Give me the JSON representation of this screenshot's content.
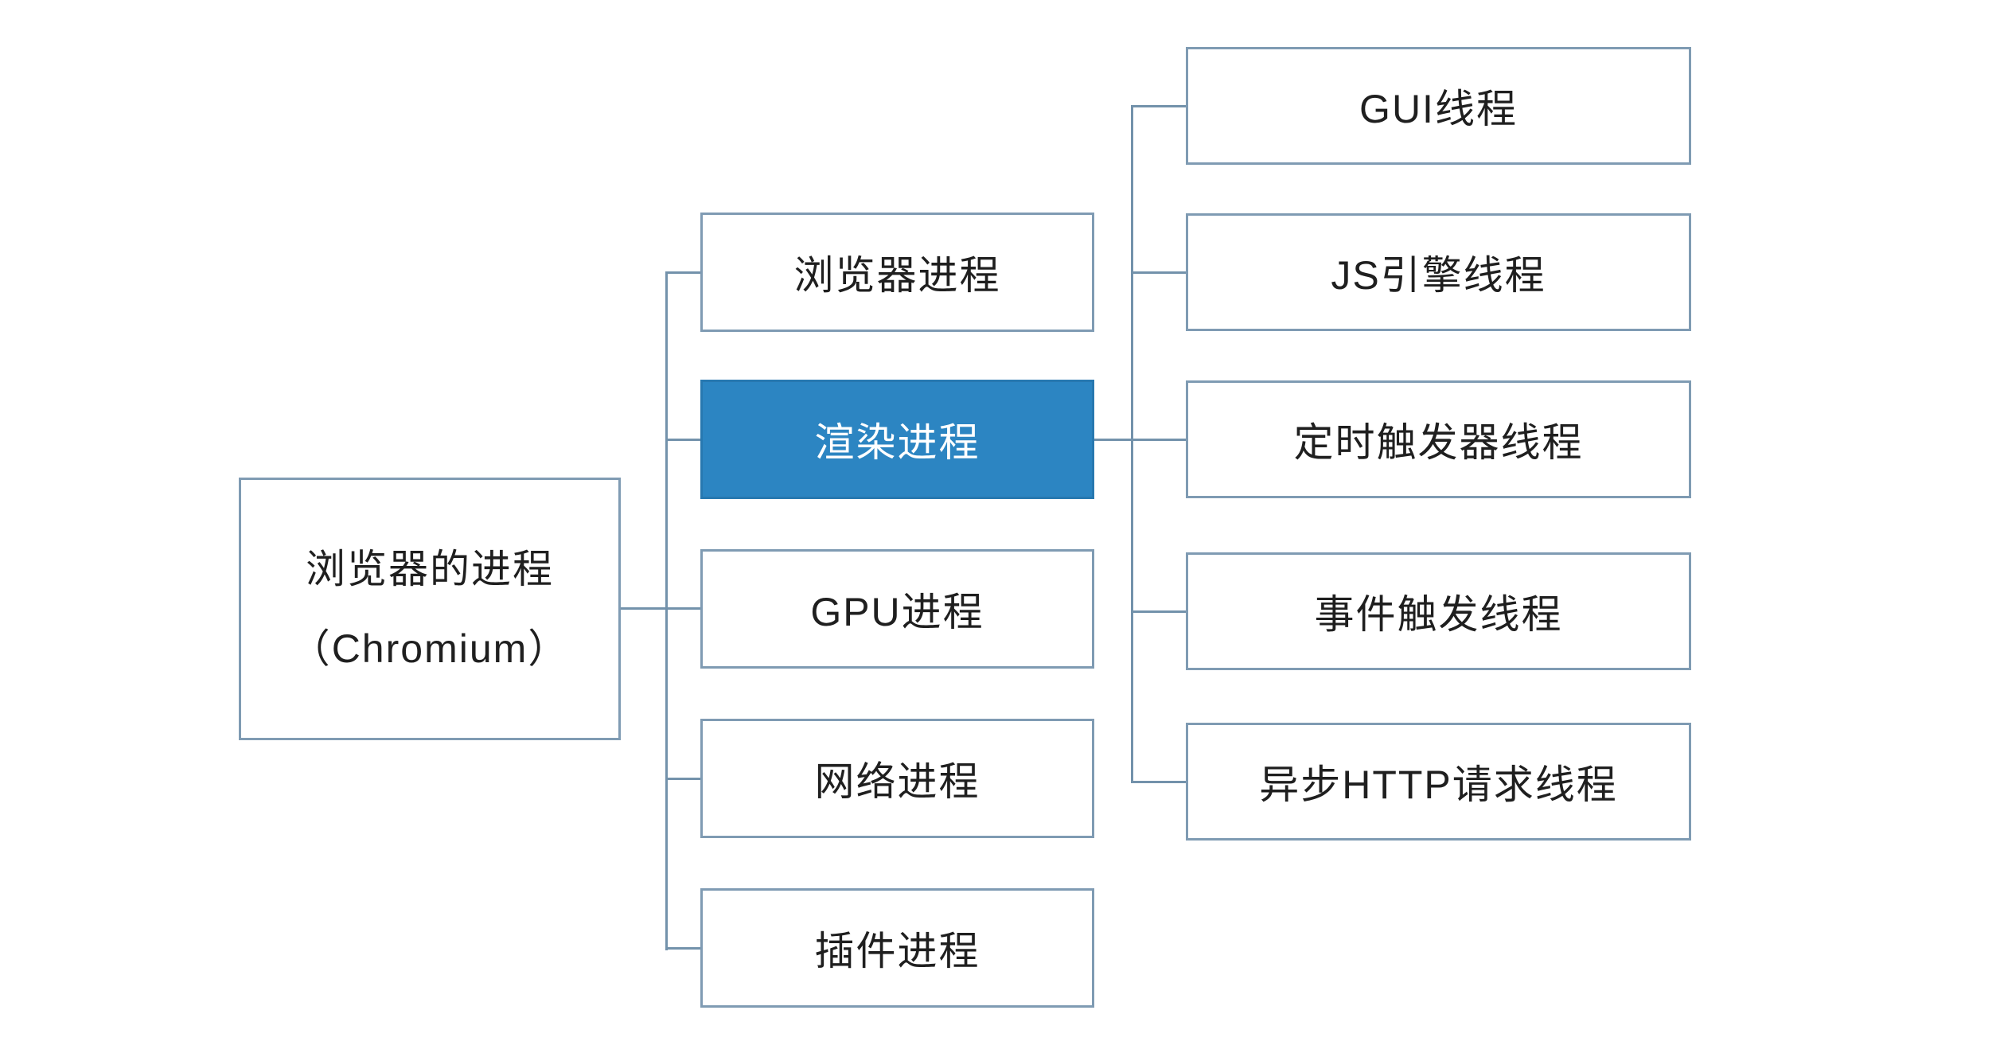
{
  "diagram": {
    "title": "Chromium browser process / thread architecture",
    "root": {
      "label_line1": "浏览器的进程",
      "label_line2": "（Chromium）"
    },
    "processes": [
      {
        "label": "浏览器进程",
        "highlighted": false
      },
      {
        "label": "渲染进程",
        "highlighted": true
      },
      {
        "label": "GPU进程",
        "highlighted": false
      },
      {
        "label": "网络进程",
        "highlighted": false
      },
      {
        "label": "插件进程",
        "highlighted": false
      }
    ],
    "threads": [
      {
        "label": "GUI线程"
      },
      {
        "label": "JS引擎线程"
      },
      {
        "label": "定时触发器线程"
      },
      {
        "label": "事件触发线程"
      },
      {
        "label": "异步HTTP请求线程"
      }
    ],
    "colors": {
      "background": "#FFFFFF",
      "box_border": "#7F9BB3",
      "highlight_fill": "#2C85C2",
      "highlight_text": "#FFFFFF",
      "connector_line": "#7392AB",
      "text": "#1F1F1F"
    }
  }
}
